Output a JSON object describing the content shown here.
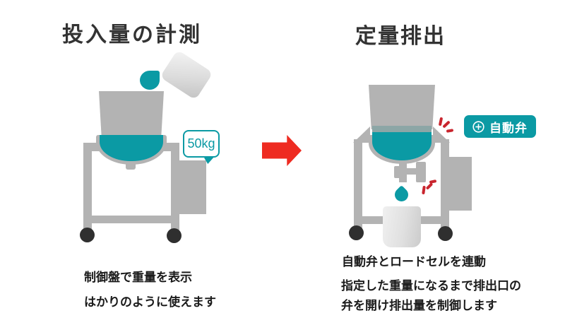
{
  "diagram": {
    "left": {
      "title": "投入量の計測",
      "weight_bubble": "50kg",
      "caption_lines": [
        "制御盤で重量を表示",
        "はかりのように使えます"
      ]
    },
    "right": {
      "title": "定量排出",
      "valve_badge": "自動弁",
      "caption_lines": [
        "自動弁とロードセルを連動",
        "指定した重量になるまで排出口の",
        "弁を開け排出量を制御します"
      ]
    }
  },
  "colors": {
    "teal": "#0b9aa4",
    "liquid-band": "#8ca6a6",
    "machine-gray": "#b3b3b3",
    "wheel": "#2f2f2f",
    "arrow-red": "#ee2b21",
    "mark-red": "#c9252e",
    "title-text": "#333333",
    "caption-text": "#1a1a1a",
    "badge-text": "#ffffff",
    "bubble-bg": "#ffffff"
  }
}
